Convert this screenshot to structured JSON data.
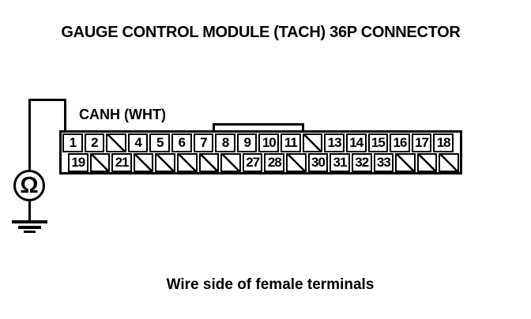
{
  "title": "GAUGE CONTROL MODULE (TACH) 36P CONNECTOR",
  "wire_label": "CANH (WHT)",
  "caption": "Wire side of female terminals",
  "meter": {
    "symbol": "Ω",
    "meaning": "ohmmeter"
  },
  "connector": {
    "pin_count_label": "36P",
    "empty_cell_marker": "/",
    "rows": [
      {
        "cells": [
          "1",
          "2",
          "/",
          "4",
          "5",
          "6",
          "7",
          "8",
          "9",
          "10",
          "11",
          "/",
          "13",
          "14",
          "15",
          "16",
          "17",
          "18"
        ]
      },
      {
        "cells": [
          "19",
          "/",
          "21",
          "/",
          "/",
          "/",
          "/",
          "/",
          "27",
          "28",
          "/",
          "30",
          "31",
          "32",
          "33",
          "/",
          "/",
          "/"
        ]
      }
    ]
  },
  "colors": {
    "ink": "#000000",
    "background": "#ffffff"
  }
}
